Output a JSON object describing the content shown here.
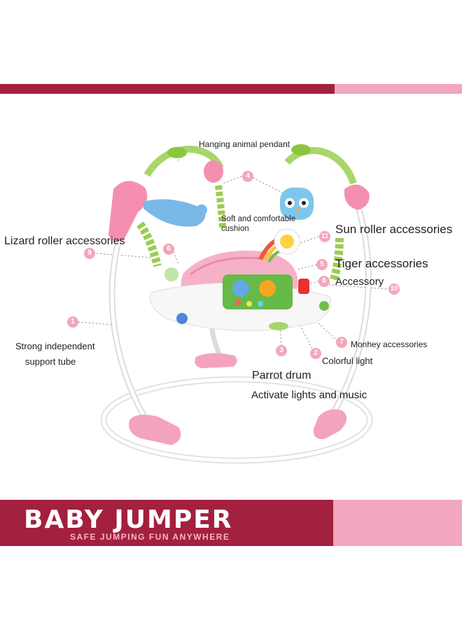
{
  "callouts": {
    "hanging_pendant": "Hanging animal pendant",
    "soft_cushion_line1": "Soft and comfortable",
    "soft_cushion_line2": "cushion",
    "sun_roller": "Sun roller accessories",
    "lizard_roller": "Lizard roller accessories",
    "tiger": "Tiger accessories",
    "accessory": "Accessory",
    "support_line1": "Strong independent",
    "support_line2": "support tube",
    "monkey": "Monhey accessories",
    "colorful_light": "Colorful light",
    "parrot_drum": "Parrot drum",
    "activate": "Activate lights and music"
  },
  "badges": {
    "b1": "1",
    "b2": "2",
    "b3": "3",
    "b4": "4",
    "b5": "5",
    "b6": "6",
    "b7": "7",
    "b8": "8",
    "b9": "9",
    "b10": "10",
    "b11": "11"
  },
  "banner": {
    "title": "BABY JUMPER",
    "subtitle": "SAFE JUMPING FUN ANYWHERE"
  },
  "colors": {
    "banner_dark": "#a3203f",
    "banner_light": "#f1a7bd",
    "badge": "#f3a7ba"
  }
}
